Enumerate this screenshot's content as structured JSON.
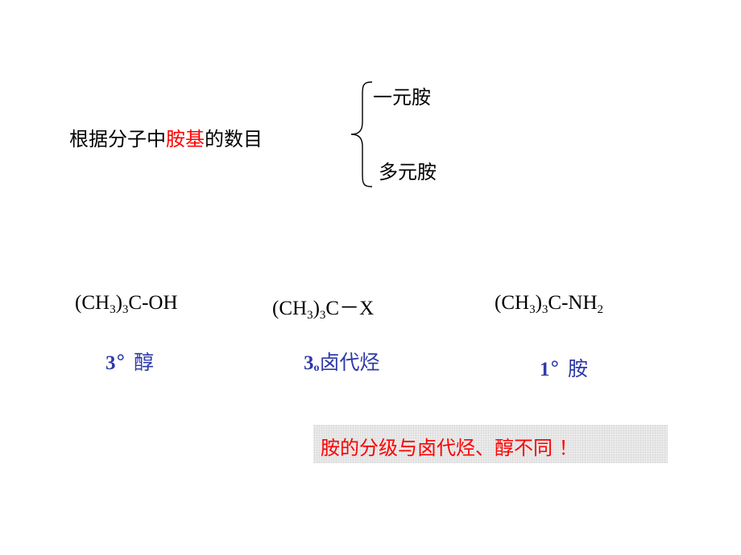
{
  "classification": {
    "prefix": "根据分子中",
    "highlight": "胺基",
    "suffix": "的数目",
    "options": [
      "一元胺",
      "多元胺"
    ]
  },
  "formulas": [
    {
      "pre": "(CH",
      "sub1": "3",
      "mid": ")",
      "sub2": "3",
      "post": "C-OH",
      "label_num": "3",
      "label_mark": "°",
      "label_text": "醇"
    },
    {
      "pre": "(CH",
      "sub1": "3",
      "mid": ")",
      "sub2": "3",
      "post": "C－X",
      "label_num": "3",
      "label_mark": "o",
      "label_text": "卤代烃"
    },
    {
      "pre": "(CH",
      "sub1": "3",
      "mid": ")",
      "sub2": "3",
      "post": "C-NH",
      "sub3": "2",
      "label_num": "1",
      "label_mark": "°",
      "label_text": "胺"
    }
  ],
  "note": "胺的分级与卤代烃、醇不同 ！",
  "colors": {
    "highlight": "#ff0000",
    "label": "#2f3aa8",
    "note_bg": "#ececec"
  }
}
